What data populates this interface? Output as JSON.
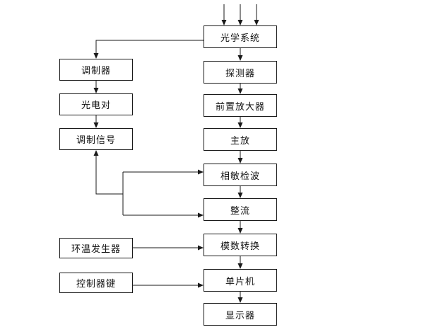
{
  "nodes": {
    "optics": "光学系统",
    "detector": "探测器",
    "preamp": "前置放大器",
    "mainamp": "主放",
    "psd": "相敏检波",
    "rectifier": "整流",
    "adc": "模数转换",
    "mcu": "单片机",
    "display": "显示器",
    "modulator": "调制器",
    "photo_pair": "光电对",
    "mod_signal": "调制信号",
    "ambient_temp": "环温发生器",
    "control_keys": "控制器键"
  },
  "colors": {
    "line": "#1a1a1a",
    "box_border": "#1a1a1a",
    "background": "#ffffff"
  }
}
